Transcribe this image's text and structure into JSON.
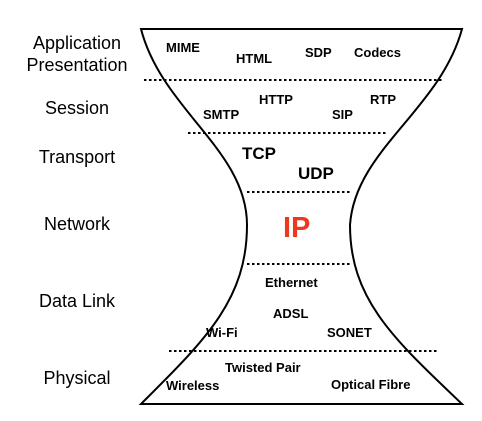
{
  "layers": {
    "application": "Application",
    "presentation": "Presentation",
    "session": "Session",
    "transport": "Transport",
    "network": "Network",
    "data_link": "Data Link",
    "physical": "Physical"
  },
  "protocols": {
    "application": [
      "MIME",
      "HTML",
      "SDP",
      "Codecs"
    ],
    "session": [
      "HTTP",
      "RTP",
      "SMTP",
      "SIP"
    ],
    "transport": [
      "TCP",
      "UDP"
    ],
    "network": [
      "IP"
    ],
    "data_link": [
      "Ethernet",
      "ADSL",
      "Wi-Fi",
      "SONET"
    ],
    "physical": [
      "Twisted Pair",
      "Wireless",
      "Optical Fibre"
    ]
  },
  "colors": {
    "outline": "#000000",
    "text": "#000000",
    "ip_accent": "#ea3a1d",
    "background": "#ffffff"
  }
}
